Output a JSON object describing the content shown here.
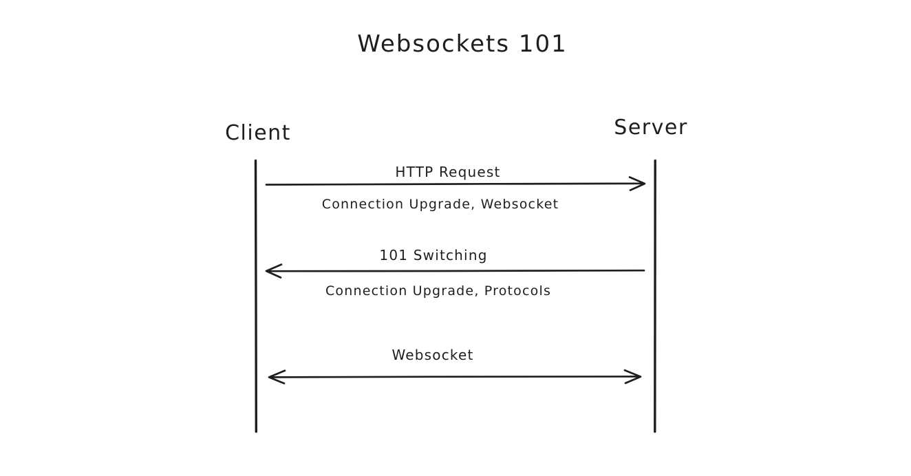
{
  "title": "Websockets 101",
  "colors": {
    "ink": "#1e1e1e",
    "background": "#ffffff"
  },
  "actors": [
    {
      "name": "Client"
    },
    {
      "name": "Server"
    }
  ],
  "messages": [
    {
      "label": "HTTP Request",
      "sublabel": "Connection Upgrade, Websocket",
      "direction": "right"
    },
    {
      "label": "101 Switching",
      "sublabel": "Connection Upgrade, Protocols",
      "direction": "left"
    },
    {
      "label": "Websocket",
      "sublabel": "",
      "direction": "both"
    }
  ]
}
